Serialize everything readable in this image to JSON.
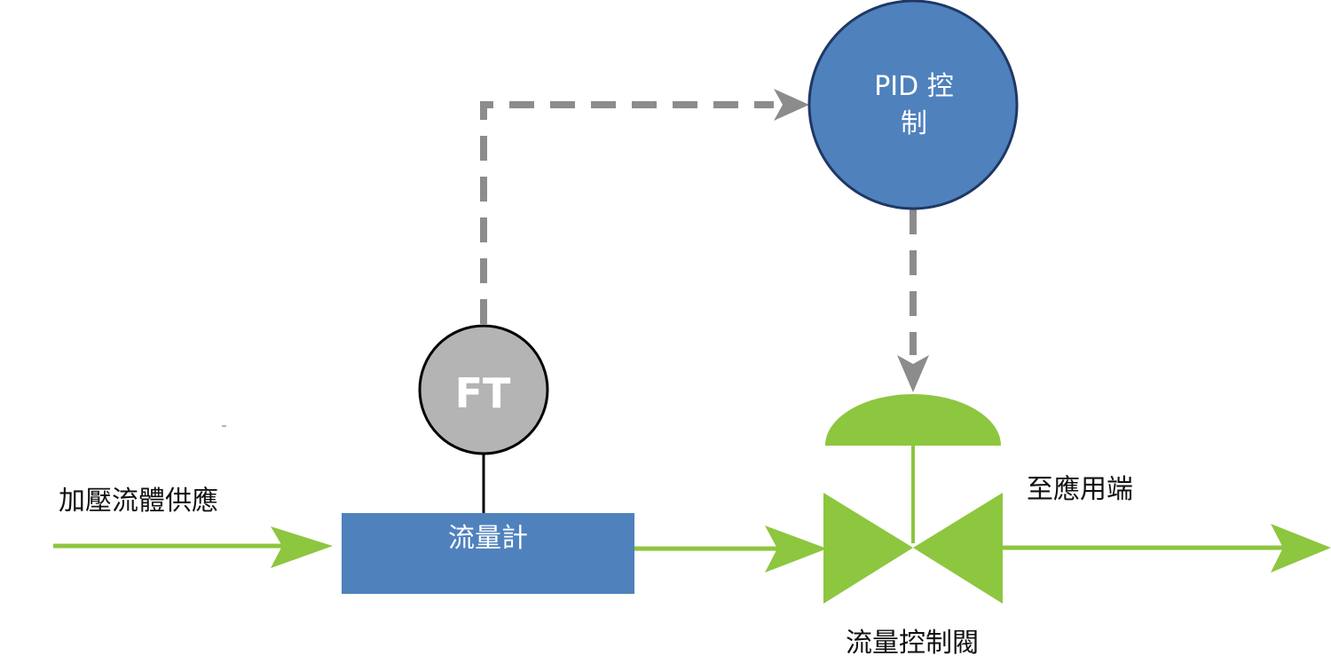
{
  "labels": {
    "supply": "加壓流體供應",
    "flow_meter": "流量計",
    "transmitter": "FT",
    "controller_line1": "PID 控",
    "controller_line2": "制",
    "control_valve": "流量控制閥",
    "to_application": "至應用端"
  },
  "colors": {
    "process_flow": "#8DC63F",
    "signal_line": "#8C8C8C",
    "controller_fill": "#4F81BD",
    "controller_stroke": "#1F3864",
    "meter_fill": "#4F81BD",
    "transmitter_fill": "#B4B4B4",
    "transmitter_stroke": "#000000",
    "valve_fill": "#8DC63F"
  },
  "icons": {
    "valve": "butterfly-control-valve-icon",
    "actuator": "diaphragm-actuator-icon"
  }
}
